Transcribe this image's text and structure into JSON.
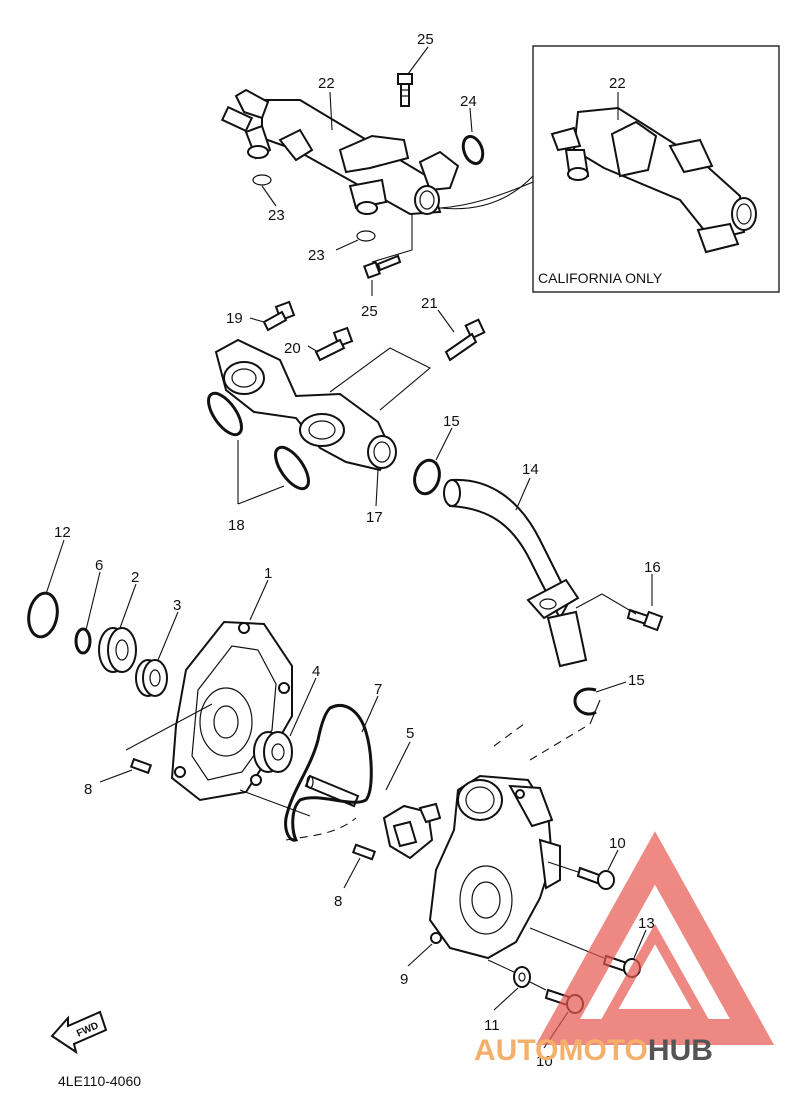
{
  "diagram": {
    "part_code": "4LE110-4060",
    "inset_caption": "CALIFORNIA ONLY",
    "fwd_label": "FWD",
    "callouts": {
      "c1": "1",
      "c2": "2",
      "c3": "3",
      "c4": "4",
      "c5": "5",
      "c6": "6",
      "c7": "7",
      "c8a": "8",
      "c8b": "8",
      "c9": "9",
      "c10a": "10",
      "c10b": "10",
      "c11": "11",
      "c12": "12",
      "c13": "13",
      "c14": "14",
      "c15a": "15",
      "c15b": "15",
      "c16": "16",
      "c17": "17",
      "c18": "18",
      "c19": "19",
      "c20": "20",
      "c21": "21",
      "c22a": "22",
      "c22b": "22",
      "c23a": "23",
      "c23b": "23",
      "c24": "24",
      "c25a": "25",
      "c25b": "25"
    }
  },
  "watermark": {
    "part1": "AUTOMOTO",
    "part2": "HUB",
    "colors": {
      "triangle": "#e8574f",
      "text_orange": "#f4b06a",
      "text_gray": "#545454"
    }
  }
}
